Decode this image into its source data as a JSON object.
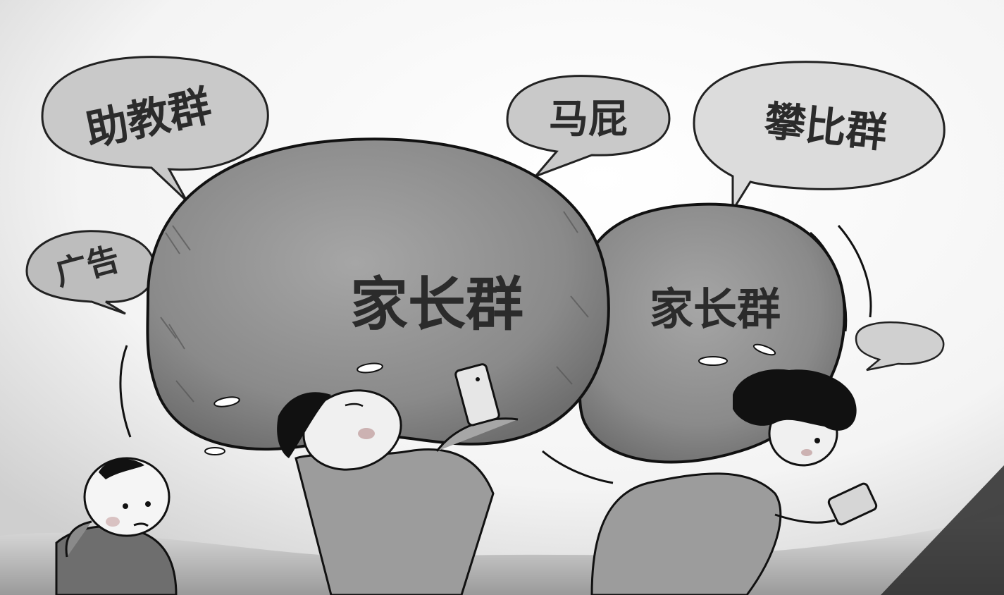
{
  "bubbles": {
    "assistant": "助教群",
    "flattery": "马屁",
    "comparison": "攀比群",
    "ads": "广告"
  },
  "sacks": {
    "large": "家长群",
    "small": "家长群"
  },
  "colors": {
    "background": "#ffffff",
    "sack": "#8c8c8c",
    "bubble": "#c9c9c9",
    "outline": "#111111"
  }
}
